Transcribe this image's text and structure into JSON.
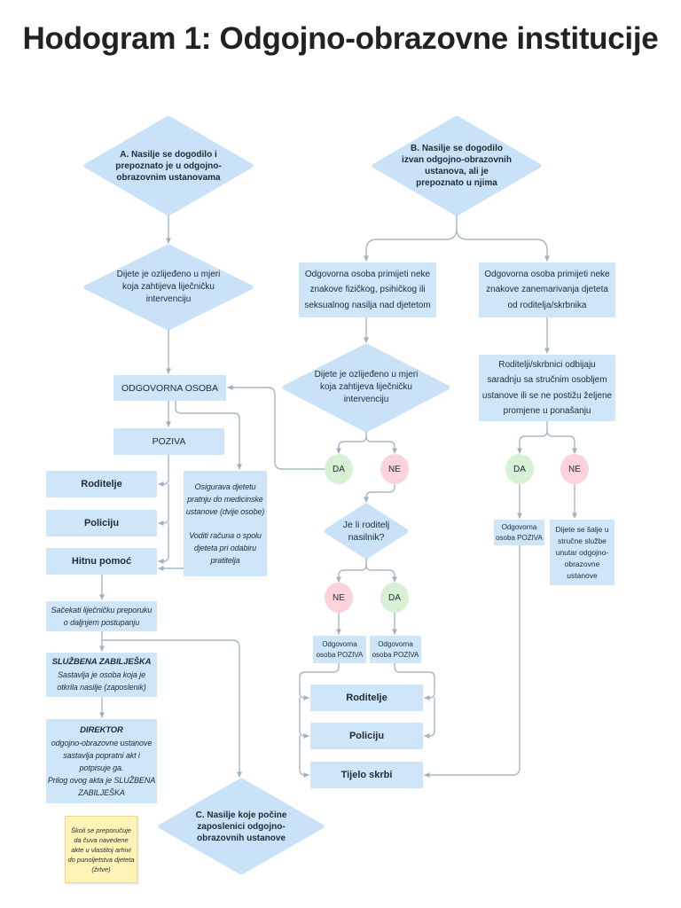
{
  "title": "Hodogram 1: Odgojno-obrazovne institucije",
  "colors": {
    "box_fill": "#cfe5f8",
    "diamond_fill": "#c9e2f7",
    "yes_fill": "#d6f1d4",
    "no_fill": "#fbd3d9",
    "note_fill": "#fff3b5",
    "note_border": "#e9d98a",
    "connector": "#a7b7c5",
    "text": "#1f2b35",
    "title_text": "#222222",
    "page_bg": "#ffffff"
  },
  "nodes": {
    "start_a": {
      "lines": [
        "A. Nasilje se dogodilo i",
        "prepoznato je u odgojno-",
        "obrazovnim ustanovama"
      ]
    },
    "start_b": {
      "lines": [
        "B. Nasilje se dogodilo",
        "izvan odgojno-obrazovnih",
        "ustanova, ali je",
        "prepoznato u njima"
      ]
    },
    "start_c": {
      "lines": [
        "C. Nasilje koje počine",
        "zaposlenici odgojno-",
        "obrazovnih ustanove"
      ]
    },
    "injury_check_a": {
      "lines": [
        "Dijete je ozlijeđeno u mjeri",
        "koja zahtijeva liječničku",
        "intervenciju"
      ]
    },
    "injury_check_b": {
      "lines": [
        "Dijete je ozlijeđeno u mjeri",
        "koja zahtijeva liječničku",
        "intervenciju"
      ]
    },
    "notice_abuse": {
      "lines": [
        "Odgovorna osoba primijeti neke",
        "znakove fizičkog, psihičkog ili",
        "seksualnog nasilja nad djetetom"
      ]
    },
    "notice_neglect": {
      "lines": [
        "Odgovorna osoba primijeti neke",
        "znakove zanemarivanja djeteta",
        "od roditelja/skrbnika"
      ]
    },
    "parents_refuse": {
      "lines": [
        "Roditelji/skrbnici odbijaju",
        "saradnju sa stručnim osobljem",
        "ustanove ili se ne postižu željene",
        "promjene u ponašanju"
      ]
    },
    "responsible_person": {
      "label": "ODGOVORNA OSOBA"
    },
    "calls": {
      "label": "POZIVA"
    },
    "call_parents_a": {
      "label": "Roditelje"
    },
    "call_police_a": {
      "label": "Policiju"
    },
    "call_ambulance": {
      "label": "Hitnu pomoć"
    },
    "escort_note": {
      "paragraphs": [
        [
          "Osigurava djetetu",
          "pratnju do medicinske",
          "ustanove (dvije osobe)"
        ],
        [
          "Voditi računa o spolu",
          "djeteta pri odabiru",
          "pratitelja"
        ]
      ]
    },
    "await_recommendation": {
      "lines": [
        "Sačekati liječničku preporuku",
        "o daljnjem postupanju"
      ]
    },
    "official_note": {
      "heading": "SLUŽBENA ZABILJEŠKA",
      "lines": [
        "Sastavlja je osoba koja je",
        "otkrila nasilje (zaposlenik)"
      ]
    },
    "director": {
      "heading": "DIREKTOR",
      "lines": [
        "odgojno-obrazovne ustanove",
        "sastavlja popratni akt i",
        "potpisuje ga.",
        "Prilog ovog akta je SLUŽBENA",
        "ZABILJEŠKA"
      ]
    },
    "archive_note": {
      "lines": [
        "Školi se preporučuje",
        "da čuva navedene",
        "akte u vlastitoj arhivi",
        "do punoljetstva djeteta",
        "(žrtve)"
      ]
    },
    "parent_abuser": {
      "lines": [
        "Je li roditelj",
        "nasilnik?"
      ]
    },
    "calls_after_no": {
      "lines": [
        "Odgovorna",
        "osoba POZIVA"
      ]
    },
    "calls_after_yes": {
      "lines": [
        "Odgovorna",
        "osoba POZIVA"
      ]
    },
    "call_parents_b": {
      "label": "Roditelje"
    },
    "call_police_b": {
      "label": "Policiju"
    },
    "call_welfare": {
      "label": "Tijelo skrbi"
    },
    "calls_neglect": {
      "lines": [
        "Odgovorna",
        "osoba POZIVA"
      ]
    },
    "referral": {
      "lines": [
        "Dijete se šalje u",
        "stručne službe",
        "unutar odgojno-",
        "obrazovne",
        "ustanove"
      ]
    }
  },
  "decisions": {
    "injury_b_yes": "DA",
    "injury_b_no": "NE",
    "refuse_yes": "DA",
    "refuse_no": "NE",
    "abuser_no": "NE",
    "abuser_yes": "DA"
  }
}
